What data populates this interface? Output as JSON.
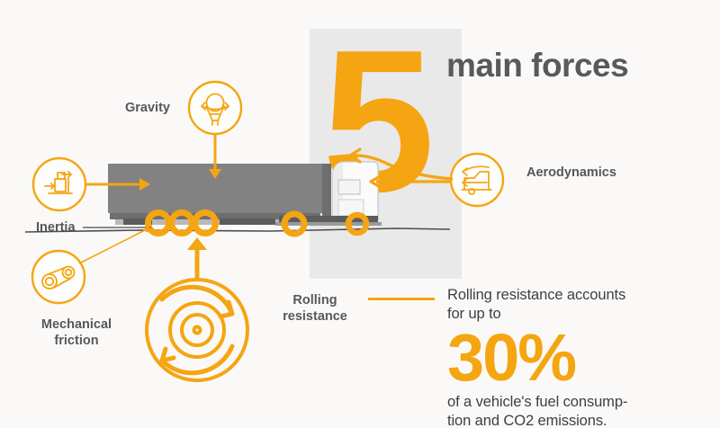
{
  "meta": {
    "title": "5 main forces acting on a truck",
    "background_color": "#faf9f7",
    "accent_color": "#f5a511",
    "text_color": "#58585a",
    "panel_color": "#e9e9e9",
    "truck_body_color": "#828282"
  },
  "headline": {
    "number": "5",
    "text": "main forces"
  },
  "forces": [
    {
      "id": "gravity",
      "label": "Gravity",
      "icon": "planet-gravity-well-icon",
      "arrow": "down-arrow-icon"
    },
    {
      "id": "inertia",
      "label": "Inertia",
      "icon": "cargo-boxes-push-icon",
      "arrow": "right-arrow-icon"
    },
    {
      "id": "mechanical-friction",
      "label": "Mechanical\nfriction",
      "label_line1": "Mechanical",
      "label_line2": "friction",
      "icon": "belt-pulley-icon",
      "arrow": "leader-line"
    },
    {
      "id": "rolling-resistance",
      "label": "Rolling\nresistance",
      "label_line1": "Rolling",
      "label_line2": "resistance",
      "icon": "rotating-wheel-icon",
      "arrow": "up-arrow-icon"
    },
    {
      "id": "aerodynamics",
      "label": "Aerodynamics",
      "icon": "airflow-over-vehicle-icon",
      "arrow": "left-airflow-arrows"
    }
  ],
  "statistic": {
    "lead_line1": "Rolling resistance accounts",
    "lead_line2": "for up to",
    "value": "30%",
    "trail_line1": "of a vehicle's fuel consump-",
    "trail_line2": "tion and CO2 emissions."
  },
  "illustration": {
    "name": "semi-truck-side-view",
    "trailer_wheels": 3,
    "tractor_wheels": 2,
    "ground_line": true
  }
}
